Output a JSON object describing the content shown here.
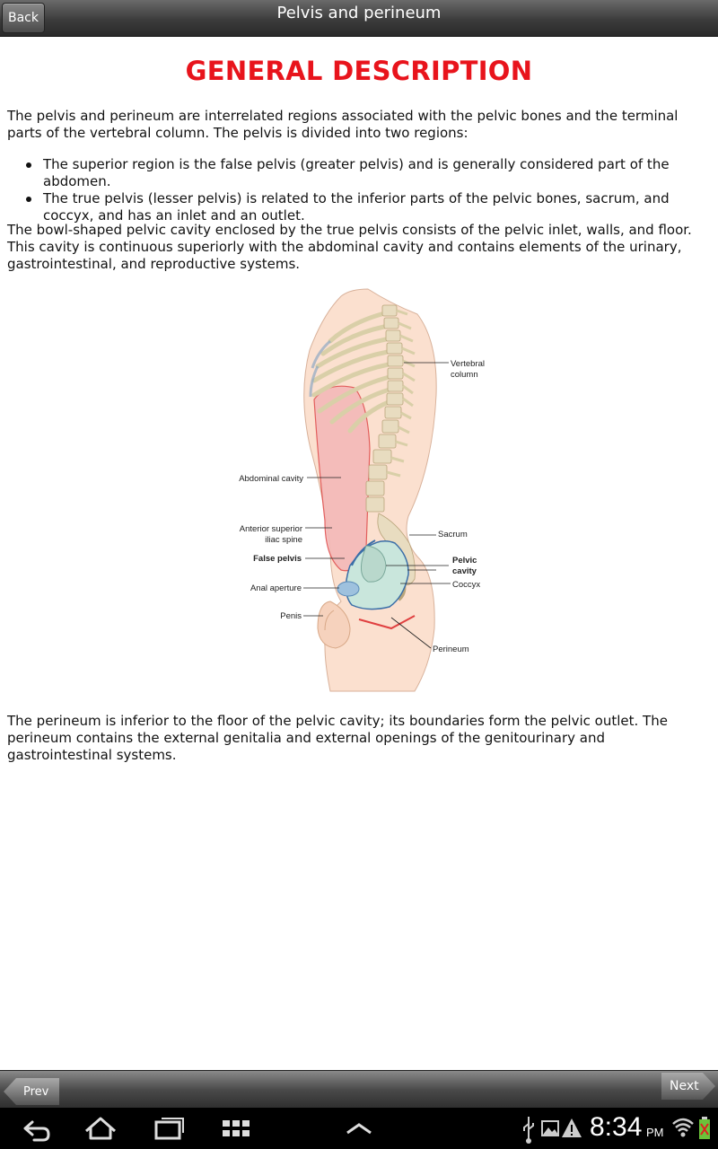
{
  "header": {
    "back_label": "Back",
    "title": "Pelvis and perineum"
  },
  "content": {
    "heading": "GENERAL DESCRIPTION",
    "intro": "The pelvis and perineum are interrelated regions associated with the pelvic bones and the terminal parts of the vertebral column. The pelvis is divided into two regions:",
    "bullets": [
      "The superior region is the false pelvis (greater pelvis) and is generally considered part of the abdomen.",
      "The true pelvis (lesser pelvis) is related to the inferior parts of the pelvic bones, sacrum, and coccyx, and has an inlet and an outlet."
    ],
    "para2": "The bowl-shaped pelvic cavity enclosed by the true pelvis consists of the pelvic inlet, walls, and floor. This cavity is continuous superiorly with the abdominal cavity and contains elements of the urinary, gastrointestinal, and reproductive systems.",
    "figure_labels": {
      "vertebral_column_1": "Vertebral",
      "vertebral_column_2": "column",
      "abdominal_cavity": "Abdominal cavity",
      "asis_1": "Anterior superior",
      "asis_2": "iliac spine",
      "false_pelvis": "False pelvis",
      "anal_aperture": "Anal aperture",
      "penis": "Penis",
      "sacrum": "Sacrum",
      "pelvic_cavity_1": "Pelvic",
      "pelvic_cavity_2": "cavity",
      "coccyx": "Coccyx",
      "perineum": "Perineum"
    },
    "para3": "The perineum is inferior to the floor of the pelvic cavity; its boundaries form the pelvic outlet. The perineum contains the external genitalia and external openings of the genitourinary and gastrointestinal systems."
  },
  "footer": {
    "prev_label": "Prev",
    "next_label": "Next"
  },
  "system": {
    "time": "8:34",
    "ampm": "PM",
    "icons": [
      "back-icon",
      "home-icon",
      "recent-apps-icon",
      "grid-icon",
      "up-icon",
      "usb-icon",
      "gallery-icon",
      "warning-icon",
      "wifi-icon",
      "battery-icon"
    ]
  }
}
